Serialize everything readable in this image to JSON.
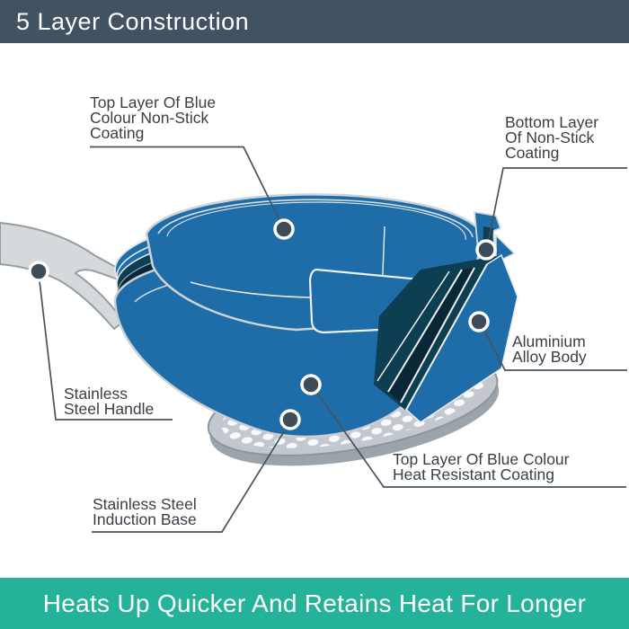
{
  "header": {
    "title": "5 Layer Construction"
  },
  "footer": {
    "title": "Heats Up Quicker And Retains Heat For Longer"
  },
  "diagram": {
    "subject": "frying-pan-5-layer-exploded-view",
    "callouts": [
      {
        "id": "top-nonstick",
        "lines": [
          "Top Layer Of Blue",
          "Colour Non-Stick",
          "Coating"
        ]
      },
      {
        "id": "bottom-nonstick",
        "lines": [
          "Bottom Layer",
          "Of Non-Stick",
          "Coating"
        ]
      },
      {
        "id": "aluminium-body",
        "lines": [
          "Aluminium",
          "Alloy Body"
        ]
      },
      {
        "id": "steel-handle",
        "lines": [
          "Stainless",
          "Steel Handle"
        ]
      },
      {
        "id": "heat-resistant",
        "lines": [
          "Top Layer Of Blue Colour",
          "Heat Resistant Coating"
        ]
      },
      {
        "id": "induction-base",
        "lines": [
          "Stainless Steel",
          "Induction Base"
        ]
      }
    ],
    "colors": {
      "header_bg": "#415263",
      "footer_bg": "#25b29a",
      "pan_blue": "#1e6ca8",
      "layer_dark_teal": "#0d3e52",
      "layer_dark_navy": "#0a2737",
      "handle_gray": "#d6d9dc",
      "base_gray": "#c3c8ce",
      "marker_dot": "#3e4b59",
      "leader_line": "#46535f",
      "label_text": "#3a3f45"
    }
  }
}
